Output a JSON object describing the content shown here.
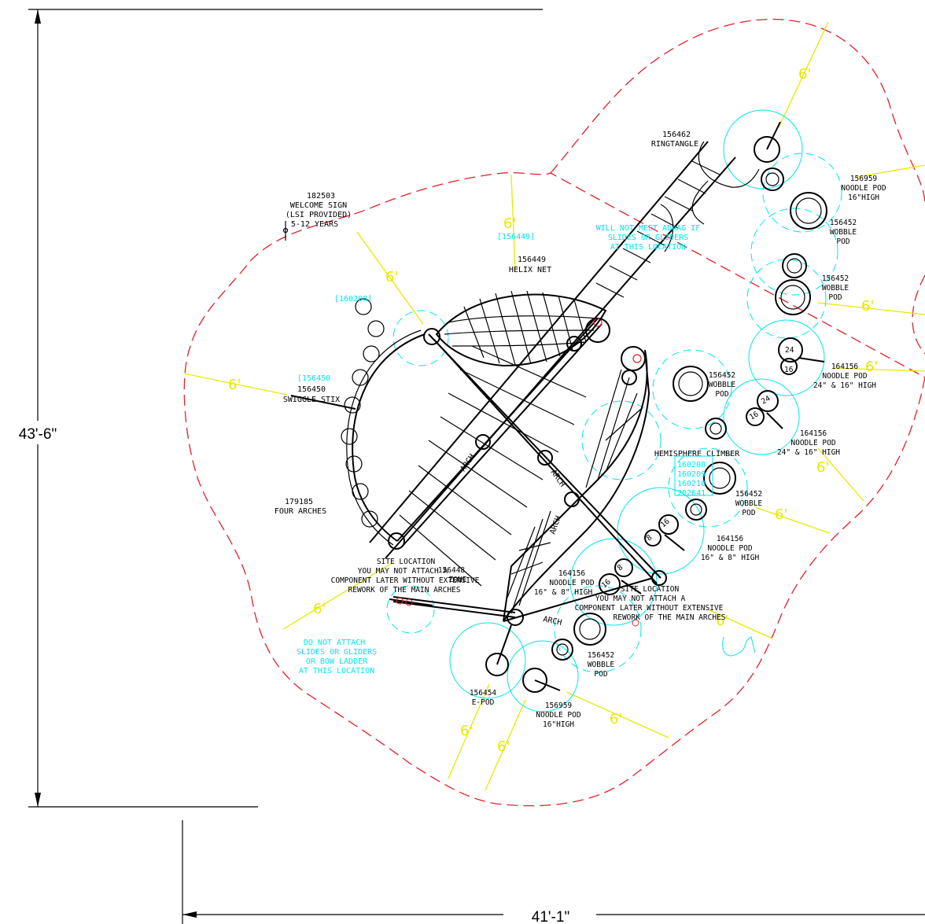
{
  "dimensions": {
    "height": "43'-6\"",
    "width": "41'-1\""
  },
  "labels": {
    "welcome_sign": [
      "182503",
      "WELCOME SIGN",
      "(LSI PROVIDED)",
      "5-12 YEARS"
    ],
    "ringtangle": [
      "156462",
      "RINGTANGLE"
    ],
    "helix_net": [
      "156449",
      "HELIX NET"
    ],
    "swiggle_stix": [
      "156450",
      "SWIGGLE STIX"
    ],
    "four_arches": [
      "179185",
      "FOUR ARCHES"
    ],
    "noodle_pod_top": [
      "156959",
      "NOODLE POD",
      "16\"HIGH"
    ],
    "wobble_pod_1": [
      "156452",
      "WOBBLE",
      "POD"
    ],
    "wobble_pod_2": [
      "156452",
      "WOBBLE",
      "POD"
    ],
    "noodle_pod_24_a": [
      "164156",
      "NOODLE POD",
      "24\" & 16\" HIGH"
    ],
    "wobble_pod_3": [
      "156452",
      "WOBBLE",
      "POD"
    ],
    "noodle_pod_24_b": [
      "164156",
      "NOODLE POD",
      "24\" & 16\" HIGH"
    ],
    "hemisphere": "HEMISPHERE CLIMBER",
    "wobble_pod_4": [
      "156452",
      "WOBBLE",
      "POD"
    ],
    "noodle_pod_16_a": [
      "164156",
      "NOODLE POD",
      "16\" & 8\" HIGH"
    ],
    "noodle_pod_16_b": [
      "164156",
      "NOODLE POD",
      "16\" & 8\" HIGH"
    ],
    "wobble_pod_5": [
      "156452",
      "WOBBLE",
      "POD"
    ],
    "e_pod": [
      "156454",
      "E-POD"
    ],
    "noodle_pod_bottom": [
      "156959",
      "NOODLE POD",
      "16\"HIGH"
    ],
    "site_note_left": [
      "SITE LOCATION",
      "YOU MAY NOT ATTACH A",
      "COMPONENT LATER WITHOUT EXTENSIVE",
      "REWORK OF THE MAIN ARCHES"
    ],
    "site_note_right": [
      "SITE LOCATION",
      "YOU MAY NOT ATTACH A",
      "COMPONENT LATER WITHOUT EXTENSIVE",
      "REWORK OF THE MAIN ARCHES"
    ],
    "overlap_code": "156448",
    "overlap_zone": "ZONE"
  },
  "cyan_notes": {
    "ada_note": [
      "WILL NOT MEET ADAAG IF",
      "SLIDES OR GLIDERS",
      "AT THIS LOCATION"
    ],
    "do_not_attach": [
      "DO NOT ATTACH",
      "SLIDES OR GLIDERS",
      "OR BOW LADDER",
      "AT THIS LOCATION"
    ],
    "ref_156449": "[156449]",
    "ref_160208": "[160208]",
    "ref_156450": "[156450",
    "hemisphere_refs": [
      "160208",
      "160209",
      "160210",
      "202641"
    ]
  },
  "arch_labels": [
    "ARCH",
    "ARCH",
    "ARCH",
    "ARCH"
  ],
  "pod_numbers": [
    "24",
    "16",
    "24",
    "16",
    "16",
    "8",
    "8",
    "16"
  ],
  "use_zone_marker": "6'",
  "colors": {
    "linework": "#000000",
    "use_zone": "#e2202a",
    "notes": "#00e5f0",
    "dimensions": "#e8e800"
  }
}
